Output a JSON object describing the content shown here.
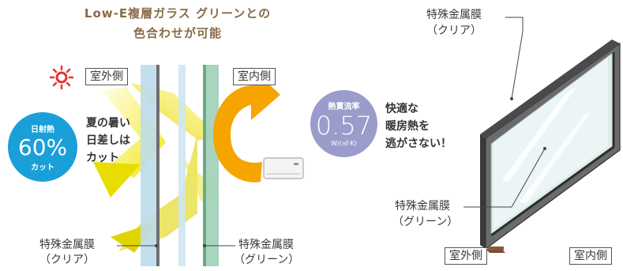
{
  "title": {
    "line1": "Low-E複層ガラス グリーンとの",
    "line2": "色合わせが可能"
  },
  "left": {
    "outdoor_label": "室外側",
    "indoor_label": "室内側",
    "sun_circle": {
      "top": "日射熱",
      "value": "60%",
      "bottom": "カット"
    },
    "summer_text": [
      "夏の暑い",
      "日差しは",
      "カット"
    ],
    "film_clear": {
      "line1": "特殊金属膜",
      "line2": "（クリア）"
    },
    "film_green": {
      "line1": "特殊金属膜",
      "line2": "（グリーン）"
    }
  },
  "middle": {
    "heat_circle": {
      "top": "熱貫流率",
      "value": "0.57",
      "unit": "W/(㎡·K)"
    },
    "warm_text": [
      "快適な",
      "暖房熱を",
      "逃がさない！"
    ]
  },
  "right": {
    "film_clear": {
      "line1": "特殊金属膜",
      "line2": "（クリア）"
    },
    "film_green": {
      "line1": "特殊金属膜",
      "line2": "（グリーン）"
    },
    "outdoor_label": "室外側",
    "indoor_label": "室内側"
  },
  "colors": {
    "title": "#8a6a45",
    "sun_circle": "#1a9fd8",
    "heat_circle": "#9a9ccc",
    "sun_arrow": "#e8d800",
    "heat_arrow": "#f5a000",
    "glass_clear": "#bcdcec",
    "glass_green": "#8ec8a8"
  }
}
